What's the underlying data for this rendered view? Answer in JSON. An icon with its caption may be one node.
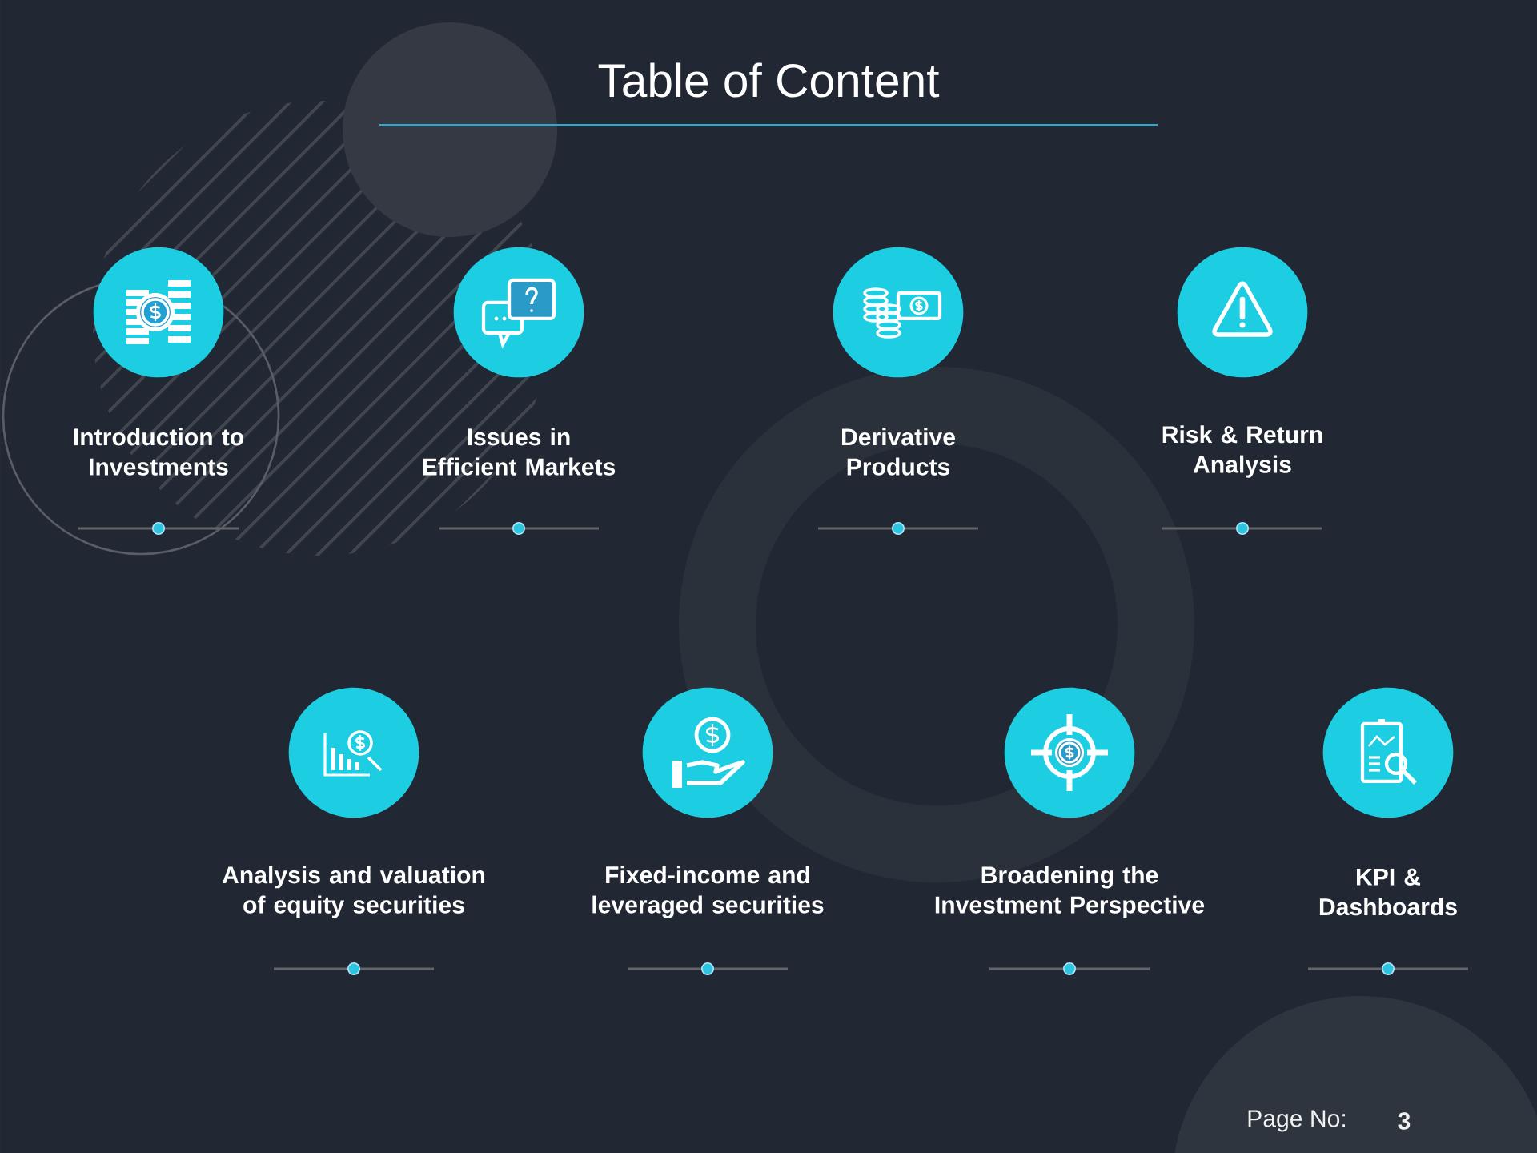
{
  "diagram": {
    "title": "Table of Content",
    "nodes": [
      {
        "text": [
          "Introduction to Investments"
        ]
      },
      {
        "text": [
          "Issues in Efficient Markets"
        ]
      },
      {
        "text": [
          "Derivative Products"
        ]
      },
      {
        "text": [
          "Risk & Return Analysis"
        ]
      },
      {
        "text": [
          "Analysis and valuation of equity securities"
        ]
      },
      {
        "text": [
          "Fixed-income and leveraged securities"
        ]
      },
      {
        "text": [
          "Broadening the Investment Perspective"
        ]
      },
      {
        "text": [
          "KPI & Dashboards"
        ]
      }
    ],
    "labels": [
      "Page No:",
      "3"
    ]
  }
}
